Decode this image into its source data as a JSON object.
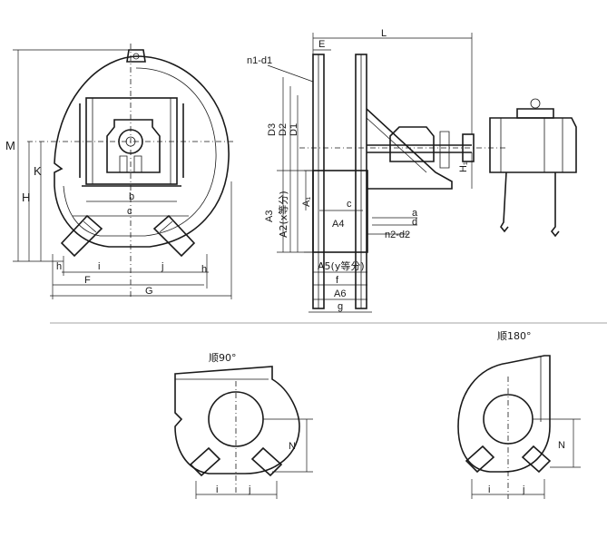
{
  "front_view": {
    "labels": {
      "M": "M",
      "H": "H",
      "K": "K",
      "b": "b",
      "c": "c",
      "h_left": "h",
      "i": "i",
      "j": "j",
      "h_right": "h",
      "F": "F",
      "G": "G"
    }
  },
  "side_view": {
    "labels": {
      "E": "E",
      "L": "L",
      "n1d1": "n1-d1",
      "D3": "D3",
      "D2": "D2",
      "D1": "D1",
      "A1": "A₁",
      "A3": "A3",
      "A2": "A2(x等分)",
      "A4": "A4",
      "c": "c",
      "a": "a",
      "d": "d",
      "n2d2": "n2-d2",
      "H1": "H₁",
      "A5": "A5(y等分)",
      "f": "f",
      "A6": "A6",
      "g": "g"
    }
  },
  "rotation_90": {
    "title": "顺90°",
    "N": "N",
    "i": "i",
    "j": "j"
  },
  "rotation_180": {
    "title": "顺180°",
    "N": "N",
    "i": "i",
    "j": "j"
  },
  "colors": {
    "ink": "#1a1a1a",
    "paper": "#ffffff"
  }
}
